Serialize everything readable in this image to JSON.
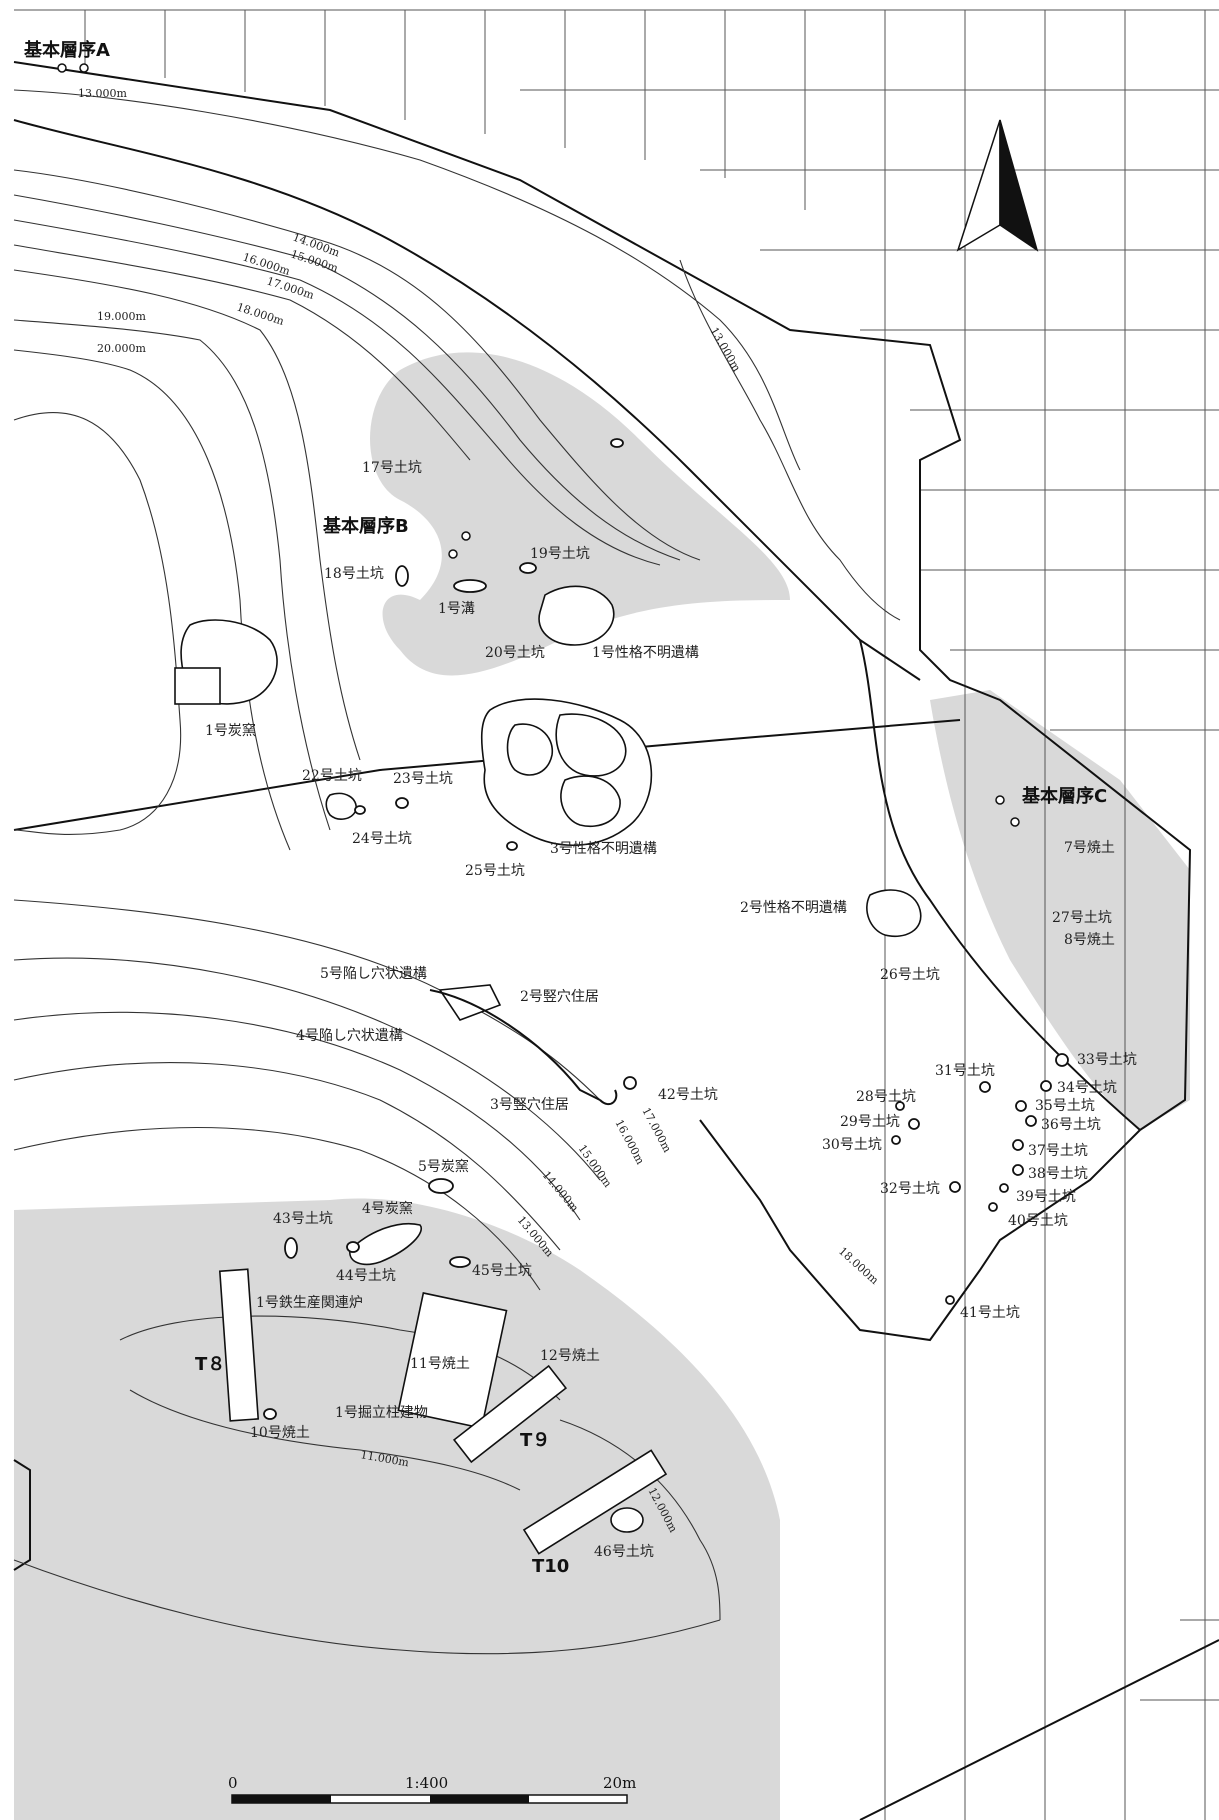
{
  "labels": {
    "seq_a": "基本層序A",
    "seq_b": "基本層序B",
    "seq_c": "基本層序C",
    "pit17": "17号土坑",
    "pit18": "18号土坑",
    "pit19": "19号土坑",
    "pit20": "20号土坑",
    "ditch1": "1号溝",
    "unk1": "1号性格不明遺構",
    "unk2": "2号性格不明遺構",
    "unk3": "3号性格不明遺構",
    "kiln1": "1号炭窯",
    "kiln4": "4号炭窯",
    "kiln5": "5号炭窯",
    "pit22": "22号土坑",
    "pit23": "23号土坑",
    "pit24": "24号土坑",
    "pit25": "25号土坑",
    "pit26": "26号土坑",
    "pit27": "27号土坑",
    "burn7": "7号焼土",
    "burn8": "8号焼土",
    "burn10": "10号焼土",
    "burn11": "11号焼土",
    "burn12": "12号焼土",
    "trap5": "5号陥し穴状遺構",
    "trap4": "4号陥し穴状遺構",
    "dwelling2": "2号竪穴住居",
    "dwelling3": "3号竪穴住居",
    "pit42": "42号土坑",
    "pit31": "31号土坑",
    "pit28": "28号土坑",
    "pit29": "29号土坑",
    "pit30": "30号土坑",
    "pit32": "32号土坑",
    "pit33": "33号土坑",
    "pit34": "34号土坑",
    "pit35": "35号土坑",
    "pit36": "36号土坑",
    "pit37": "37号土坑",
    "pit38": "38号土坑",
    "pit39": "39号土坑",
    "pit40": "40号土坑",
    "pit41": "41号土坑",
    "pit43": "43号土坑",
    "pit44": "44号土坑",
    "pit45": "45号土坑",
    "pit46": "46号土坑",
    "furnace1": "1号鉄生産関連炉",
    "building1": "1号掘立柱建物",
    "t8": "T８",
    "t9": "T９",
    "t10": "T10"
  },
  "contours": {
    "c13a": "13.000m",
    "c14a": "14.000m",
    "c15a": "15.000m",
    "c16a": "16.000m",
    "c17a": "17.000m",
    "c18a": "18.000m",
    "c19a": "19.000m",
    "c20a": "20.000m",
    "c13b": "13.000m",
    "c17b": "17.000m",
    "c16b": "16.000m",
    "c15b": "15.000m",
    "c14b": "14.000m",
    "c13c": "13.000m",
    "c18b": "18.000m",
    "c11": "11.000m",
    "c12": "12.000m"
  },
  "scale": {
    "start": "0",
    "ratio": "1:400",
    "end": "20m"
  },
  "icons": {
    "north_arrow": "north-arrow-icon",
    "datum_point": "datum-point-icon"
  },
  "colors": {
    "shade": "#d9d9d9",
    "line": "#111111",
    "grid": "#555555"
  }
}
